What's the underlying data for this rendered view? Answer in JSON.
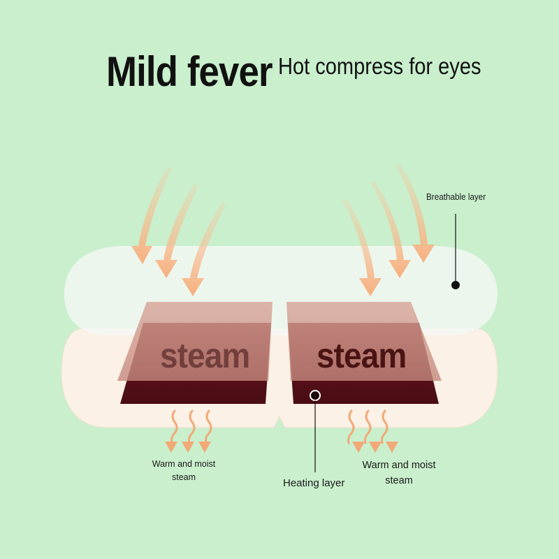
{
  "header": {
    "title": "Mild fever",
    "subtitle": "Hot compress for eyes"
  },
  "labels": {
    "breathable_layer": "Breathable layer",
    "warm_moist_left_line1": "Warm and moist",
    "warm_moist_left_line2": "steam",
    "warm_moist_right_line1": "Warm and moist",
    "warm_moist_right_line2": "steam",
    "heating_layer": "Heating layer"
  },
  "pads": {
    "left_label": "steam",
    "right_label": "steam"
  },
  "colors": {
    "background": "#c9efcd",
    "arrow": "#f7b78a",
    "heating_pad": "#6b1420",
    "steam_pad": "#c98c80"
  }
}
